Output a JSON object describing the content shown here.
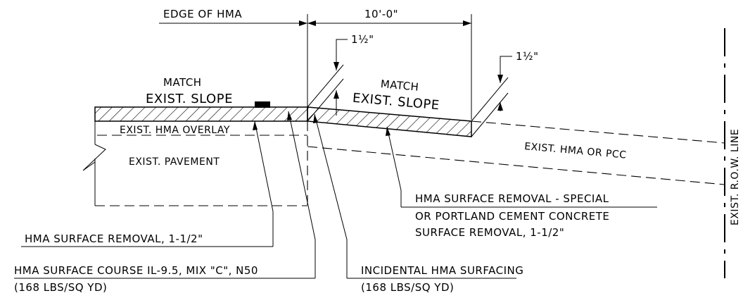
{
  "labels": {
    "edge_of_hma": "EDGE OF HMA",
    "width_dim": "10'-0\"",
    "depth_left": "1½\"",
    "depth_right": "1½\"",
    "match_left_line1": "MATCH",
    "match_left_line2": "EXIST. SLOPE",
    "match_right_line1": "MATCH",
    "match_right_line2": "EXIST. SLOPE",
    "exist_hma_overlay": "EXIST. HMA OVERLAY",
    "exist_pavement": "EXIST. PAVEMENT",
    "exist_hma_or_pcc": "EXIST. HMA OR PCC",
    "exist_row_line": "EXIST. R.O.W. LINE",
    "hma_surface_removal": "HMA SURFACE REMOVAL, 1-1/2\"",
    "hma_removal_special_1": "HMA SURFACE REMOVAL - SPECIAL",
    "hma_removal_special_2": "OR PORTLAND CEMENT CONCRETE",
    "hma_removal_special_3": "SURFACE REMOVAL, 1-1/2\"",
    "surface_course_1": "HMA SURFACE COURSE IL-9.5, MIX \"C\", N50",
    "surface_course_2": "(168 LBS/SQ YD)",
    "incidental_1": "INCIDENTAL HMA SURFACING",
    "incidental_2": "(168 LBS/SQ YD)"
  }
}
